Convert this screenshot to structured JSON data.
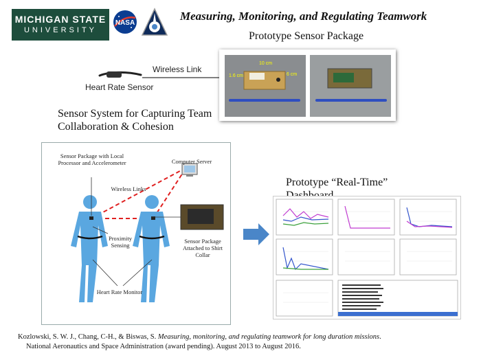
{
  "header": {
    "msu_logo_line1": "MICHIGAN STATE",
    "msu_logo_line2": "UNIVERSITY",
    "nasa_logo_text": "NASA",
    "title": "Measuring, Monitoring, and Regulating Teamwork",
    "subtitle": "Prototype Sensor Package"
  },
  "sensor_link": {
    "wireless_label": "Wireless Link",
    "heart_rate_label": "Heart Rate Sensor",
    "photo_dim_width": "10 cm",
    "photo_dim_height": "1.6 cm",
    "photo_dim_depth": "6 cm"
  },
  "system": {
    "title": "Sensor System for Capturing Team Collaboration & Cohesion",
    "labels": {
      "sensor_package": "Sensor Package with Local Processor and Accelerometer",
      "computer_server": "Computer Server",
      "wireless_links": "Wireless Links",
      "proximity": "Proximity Sensing",
      "collar": "Sensor Package Attached to Shirt Collar",
      "heart_monitor": "Heart Rate Monitor"
    }
  },
  "dashboard": {
    "title": "Prototype “Real-Time” Dashboard"
  },
  "citation": {
    "line1_authors": "Kozlowski, S. W. J., Chang, C-H., & Biswas, S. ",
    "line1_title": "Measuring, monitoring, and regulating teamwork for long duration missions",
    "line1_end": ".",
    "line2": "National Aeronautics and Space Administration (award pending). August 2013 to August 2016."
  },
  "colors": {
    "msu_green": "#1d4d3c",
    "nasa_blue": "#0b3d91",
    "body_blue": "#5aa7e0",
    "arrow_blue": "#4a86c8",
    "wireless_red": "#e02020"
  }
}
